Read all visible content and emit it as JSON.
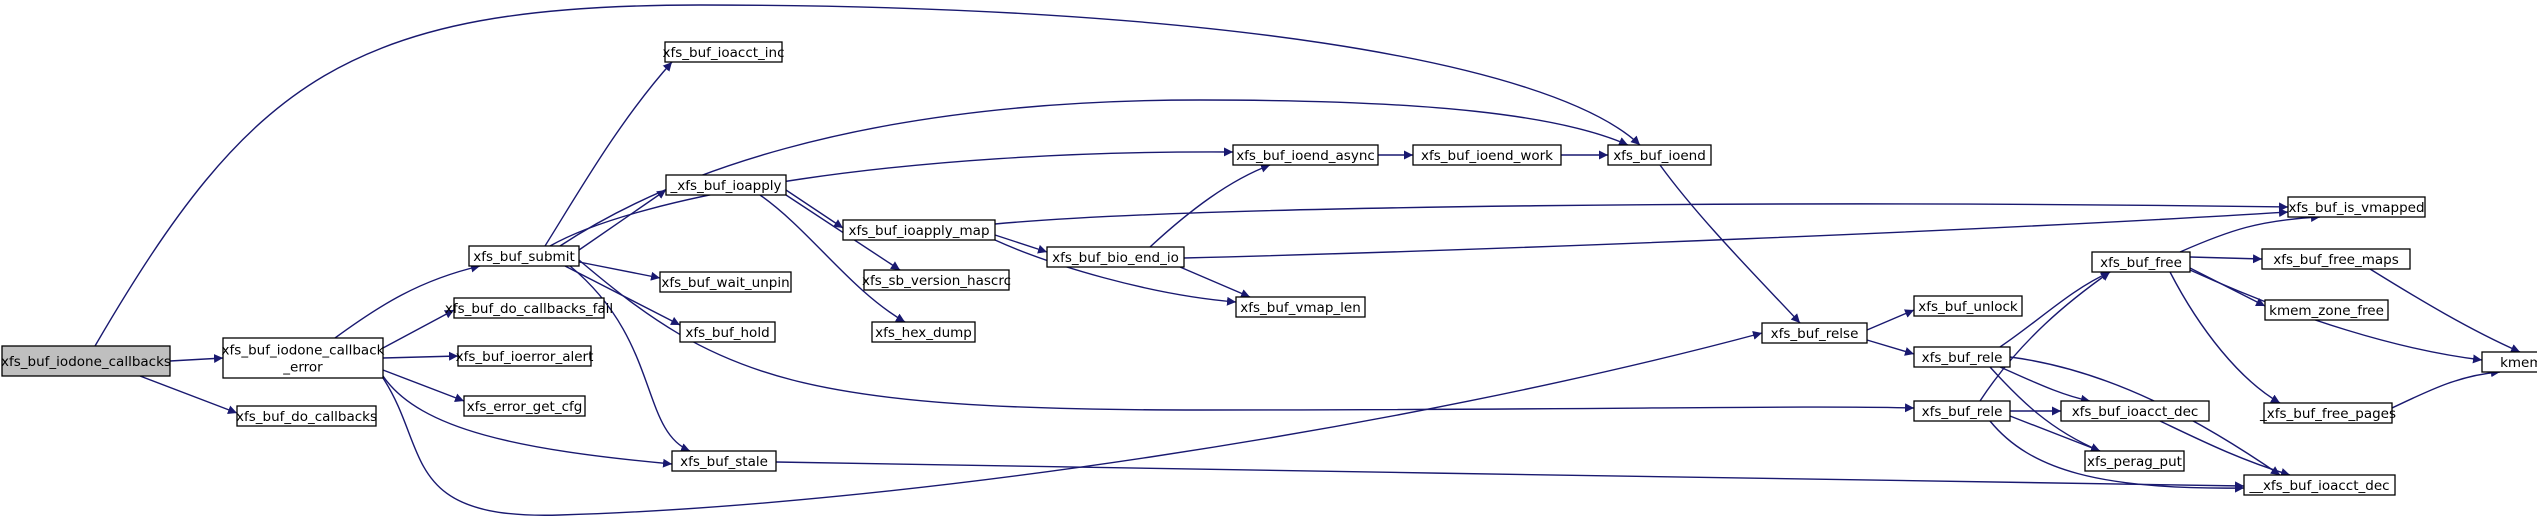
{
  "graph": {
    "edge_color": "#191970",
    "node_fill": "#ffffff",
    "root_fill": "#bfbfbf",
    "nodes": [
      {
        "id": "root",
        "lines": [
          "xfs_buf_iodone_callbacks"
        ],
        "root": true
      },
      {
        "id": "cb_error",
        "lines": [
          "xfs_buf_iodone_callback",
          "_error"
        ]
      },
      {
        "id": "do_callbacks",
        "lines": [
          "xfs_buf_do_callbacks"
        ]
      },
      {
        "id": "submit",
        "lines": [
          "xfs_buf_submit"
        ]
      },
      {
        "id": "do_cb_fail",
        "lines": [
          "xfs_buf_do_callbacks_fail"
        ]
      },
      {
        "id": "ioerror_alert",
        "lines": [
          "xfs_buf_ioerror_alert"
        ]
      },
      {
        "id": "error_get_cfg",
        "lines": [
          "xfs_error_get_cfg"
        ]
      },
      {
        "id": "stale",
        "lines": [
          "xfs_buf_stale"
        ]
      },
      {
        "id": "ioacct_inc",
        "lines": [
          "xfs_buf_ioacct_inc"
        ]
      },
      {
        "id": "ioapply",
        "lines": [
          "_xfs_buf_ioapply"
        ]
      },
      {
        "id": "wait_unpin",
        "lines": [
          "xfs_buf_wait_unpin"
        ]
      },
      {
        "id": "hold",
        "lines": [
          "xfs_buf_hold"
        ]
      },
      {
        "id": "ioapply_map",
        "lines": [
          "xfs_buf_ioapply_map"
        ]
      },
      {
        "id": "sb_hascrc",
        "lines": [
          "xfs_sb_version_hascrc"
        ]
      },
      {
        "id": "hex_dump",
        "lines": [
          "xfs_hex_dump"
        ]
      },
      {
        "id": "ioend_async",
        "lines": [
          "xfs_buf_ioend_async"
        ]
      },
      {
        "id": "bio_end_io",
        "lines": [
          "xfs_buf_bio_end_io"
        ]
      },
      {
        "id": "vmap_len",
        "lines": [
          "xfs_buf_vmap_len"
        ]
      },
      {
        "id": "ioend_work",
        "lines": [
          "xfs_buf_ioend_work"
        ]
      },
      {
        "id": "ioend",
        "lines": [
          "xfs_buf_ioend"
        ]
      },
      {
        "id": "relse",
        "lines": [
          "xfs_buf_relse"
        ]
      },
      {
        "id": "unlock",
        "lines": [
          "xfs_buf_unlock"
        ]
      },
      {
        "id": "rele_a",
        "lines": [
          "xfs_buf_rele"
        ]
      },
      {
        "id": "rele_b",
        "lines": [
          "xfs_buf_rele"
        ]
      },
      {
        "id": "free",
        "lines": [
          "xfs_buf_free"
        ]
      },
      {
        "id": "ioacct_dec",
        "lines": [
          "xfs_buf_ioacct_dec"
        ]
      },
      {
        "id": "perag_put",
        "lines": [
          "xfs_perag_put"
        ]
      },
      {
        "id": "is_vmapped",
        "lines": [
          "xfs_buf_is_vmapped"
        ]
      },
      {
        "id": "free_maps",
        "lines": [
          "xfs_buf_free_maps"
        ]
      },
      {
        "id": "kmem_zone_free",
        "lines": [
          "kmem_zone_free"
        ]
      },
      {
        "id": "free_pages",
        "lines": [
          "_xfs_buf_free_pages"
        ]
      },
      {
        "id": "kmem_free",
        "lines": [
          "kmem_free"
        ]
      },
      {
        "id": "__ioacct_dec",
        "lines": [
          "__xfs_buf_ioacct_dec"
        ]
      }
    ],
    "edges": [
      [
        "root",
        "cb_error"
      ],
      [
        "root",
        "do_callbacks"
      ],
      [
        "root",
        "ioend"
      ],
      [
        "cb_error",
        "submit"
      ],
      [
        "cb_error",
        "do_cb_fail"
      ],
      [
        "cb_error",
        "ioerror_alert"
      ],
      [
        "cb_error",
        "error_get_cfg"
      ],
      [
        "cb_error",
        "stale"
      ],
      [
        "cb_error",
        "relse"
      ],
      [
        "submit",
        "ioacct_inc"
      ],
      [
        "submit",
        "ioend_async"
      ],
      [
        "submit",
        "ioend"
      ],
      [
        "submit",
        "ioapply"
      ],
      [
        "submit",
        "wait_unpin"
      ],
      [
        "submit",
        "hold"
      ],
      [
        "submit",
        "stale"
      ],
      [
        "submit",
        "rele_b"
      ],
      [
        "ioapply",
        "ioapply_map"
      ],
      [
        "ioapply",
        "sb_hascrc"
      ],
      [
        "ioapply",
        "hex_dump"
      ],
      [
        "ioapply_map",
        "is_vmapped"
      ],
      [
        "ioapply_map",
        "bio_end_io"
      ],
      [
        "ioapply_map",
        "vmap_len"
      ],
      [
        "bio_end_io",
        "ioend_async"
      ],
      [
        "bio_end_io",
        "is_vmapped"
      ],
      [
        "bio_end_io",
        "vmap_len"
      ],
      [
        "ioend_async",
        "ioend_work"
      ],
      [
        "ioend_work",
        "ioend"
      ],
      [
        "ioend",
        "relse"
      ],
      [
        "relse",
        "unlock"
      ],
      [
        "relse",
        "rele_a"
      ],
      [
        "rele_a",
        "free"
      ],
      [
        "rele_a",
        "ioacct_dec"
      ],
      [
        "rele_a",
        "perag_put"
      ],
      [
        "rele_a",
        "__ioacct_dec"
      ],
      [
        "rele_b",
        "free"
      ],
      [
        "rele_b",
        "ioacct_dec"
      ],
      [
        "rele_b",
        "perag_put"
      ],
      [
        "rele_b",
        "__ioacct_dec"
      ],
      [
        "free",
        "is_vmapped"
      ],
      [
        "free",
        "free_maps"
      ],
      [
        "free",
        "kmem_zone_free"
      ],
      [
        "free",
        "kmem_free"
      ],
      [
        "free",
        "free_pages"
      ],
      [
        "free_maps",
        "kmem_free"
      ],
      [
        "free_pages",
        "kmem_free"
      ],
      [
        "ioacct_dec",
        "__ioacct_dec"
      ],
      [
        "stale",
        "__ioacct_dec"
      ]
    ]
  }
}
